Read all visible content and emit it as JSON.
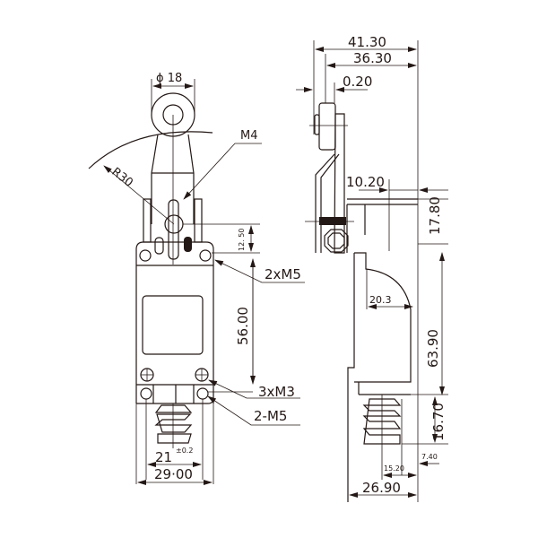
{
  "front_view": {
    "roller_diameter": "ϕ 18",
    "radius": "R30",
    "thread_m4": "M4",
    "pivot_height": "12. 50",
    "mount_holes_top": "2xM5",
    "body_height": "56.00",
    "screws": "3xM3",
    "mount_holes_bottom": "2-M5",
    "hole_spacing": "21",
    "hole_spacing_tolerance": "±0.2",
    "body_width": "29·00"
  },
  "side_view": {
    "overall_depth": "41.30",
    "lever_depth": "36.30",
    "offset": "0.20",
    "arm_offset": "10.20",
    "arm_height": "17.80",
    "curve_radius": "20.3",
    "body_height": "63.90",
    "plunger_height": "16.70",
    "plunger_offset": "7.40",
    "plunger_position": "15.20",
    "body_depth": "26.90"
  },
  "colors": {
    "line": "#231815",
    "background": "#ffffff"
  }
}
